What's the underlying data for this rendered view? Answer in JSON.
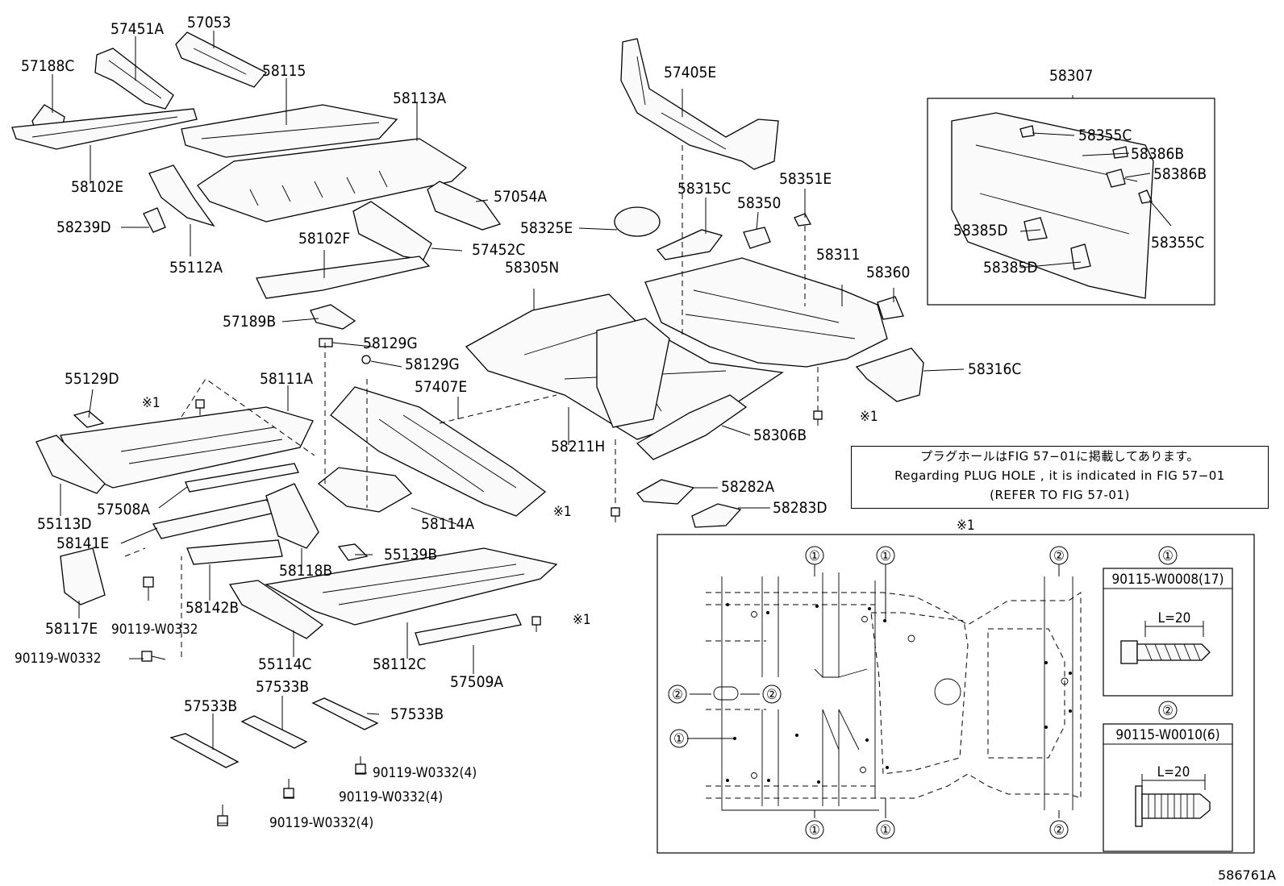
{
  "figure_id": "586761A",
  "note": {
    "jp": "プラグホールはFIG 57−01に掲載してあります。",
    "en": "Regarding  PLUG  HOLE , it is indicated in FIG  57−01",
    "ref": "(REFER TO FIG 57-01)"
  },
  "asterisk_mark": "※1",
  "parts_left": [
    "57451A",
    "57053",
    "57188C",
    "58115",
    "58113A",
    "58102E",
    "57054A",
    "58239D",
    "55112A",
    "57452C",
    "58102F",
    "57189B",
    "58129G",
    "58129G",
    "55129D",
    "58111A",
    "57407E",
    "55113D",
    "57508A",
    "58114A",
    "58141E",
    "55139B",
    "58118B",
    "58117E",
    "90119-W0332",
    "58142B",
    "90119-W0332",
    "55114C",
    "58112C",
    "57509A",
    "57533B",
    "57533B",
    "57533B",
    "90119-W0332(4)",
    "90119-W0332(4)",
    "90119-W0332(4)"
  ],
  "parts_right": [
    "57405E",
    "58307",
    "58355C",
    "58386B",
    "58386B",
    "58385D",
    "58355C",
    "58385D",
    "58315C",
    "58351E",
    "58350",
    "58325E",
    "58311",
    "58360",
    "58305N",
    "58316C",
    "58211H",
    "58306B",
    "58282A",
    "58283D"
  ],
  "bolt_spec": {
    "one": {
      "marker": "①",
      "code": "90115-W0008(17)",
      "length": "L=20"
    },
    "two": {
      "marker": "②",
      "code": "90115-W0010(6)",
      "length": "L=20"
    }
  }
}
